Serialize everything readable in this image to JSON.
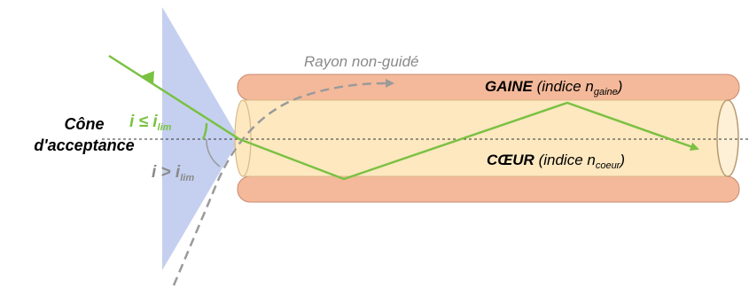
{
  "colors": {
    "cone": "#c5d0f0",
    "cladding": "#f4b99a",
    "cladding_stroke": "#c98a70",
    "core": "#fde8c0",
    "core_stroke": "#d9b98a",
    "guided_ray": "#7ac142",
    "unguided_ray": "#9a9a9a",
    "text": "#000000"
  },
  "labels": {
    "cone_line1": "Cône",
    "cone_line2": "d'acceptance",
    "unguided_ray": "Rayon non-guidé",
    "cladding_name": "GAINE",
    "cladding_index_prefix": " (indice n",
    "cladding_index_sub": "gaine",
    "cladding_index_suffix": ")",
    "core_name": "CŒUR",
    "core_index_prefix": " (indice n",
    "core_index_sub": "coeur",
    "core_index_suffix": ")",
    "accepted_angle": "i ≤ i",
    "accepted_angle_sub": "lim",
    "rejected_angle": "i > i",
    "rejected_angle_sub": "lim"
  }
}
